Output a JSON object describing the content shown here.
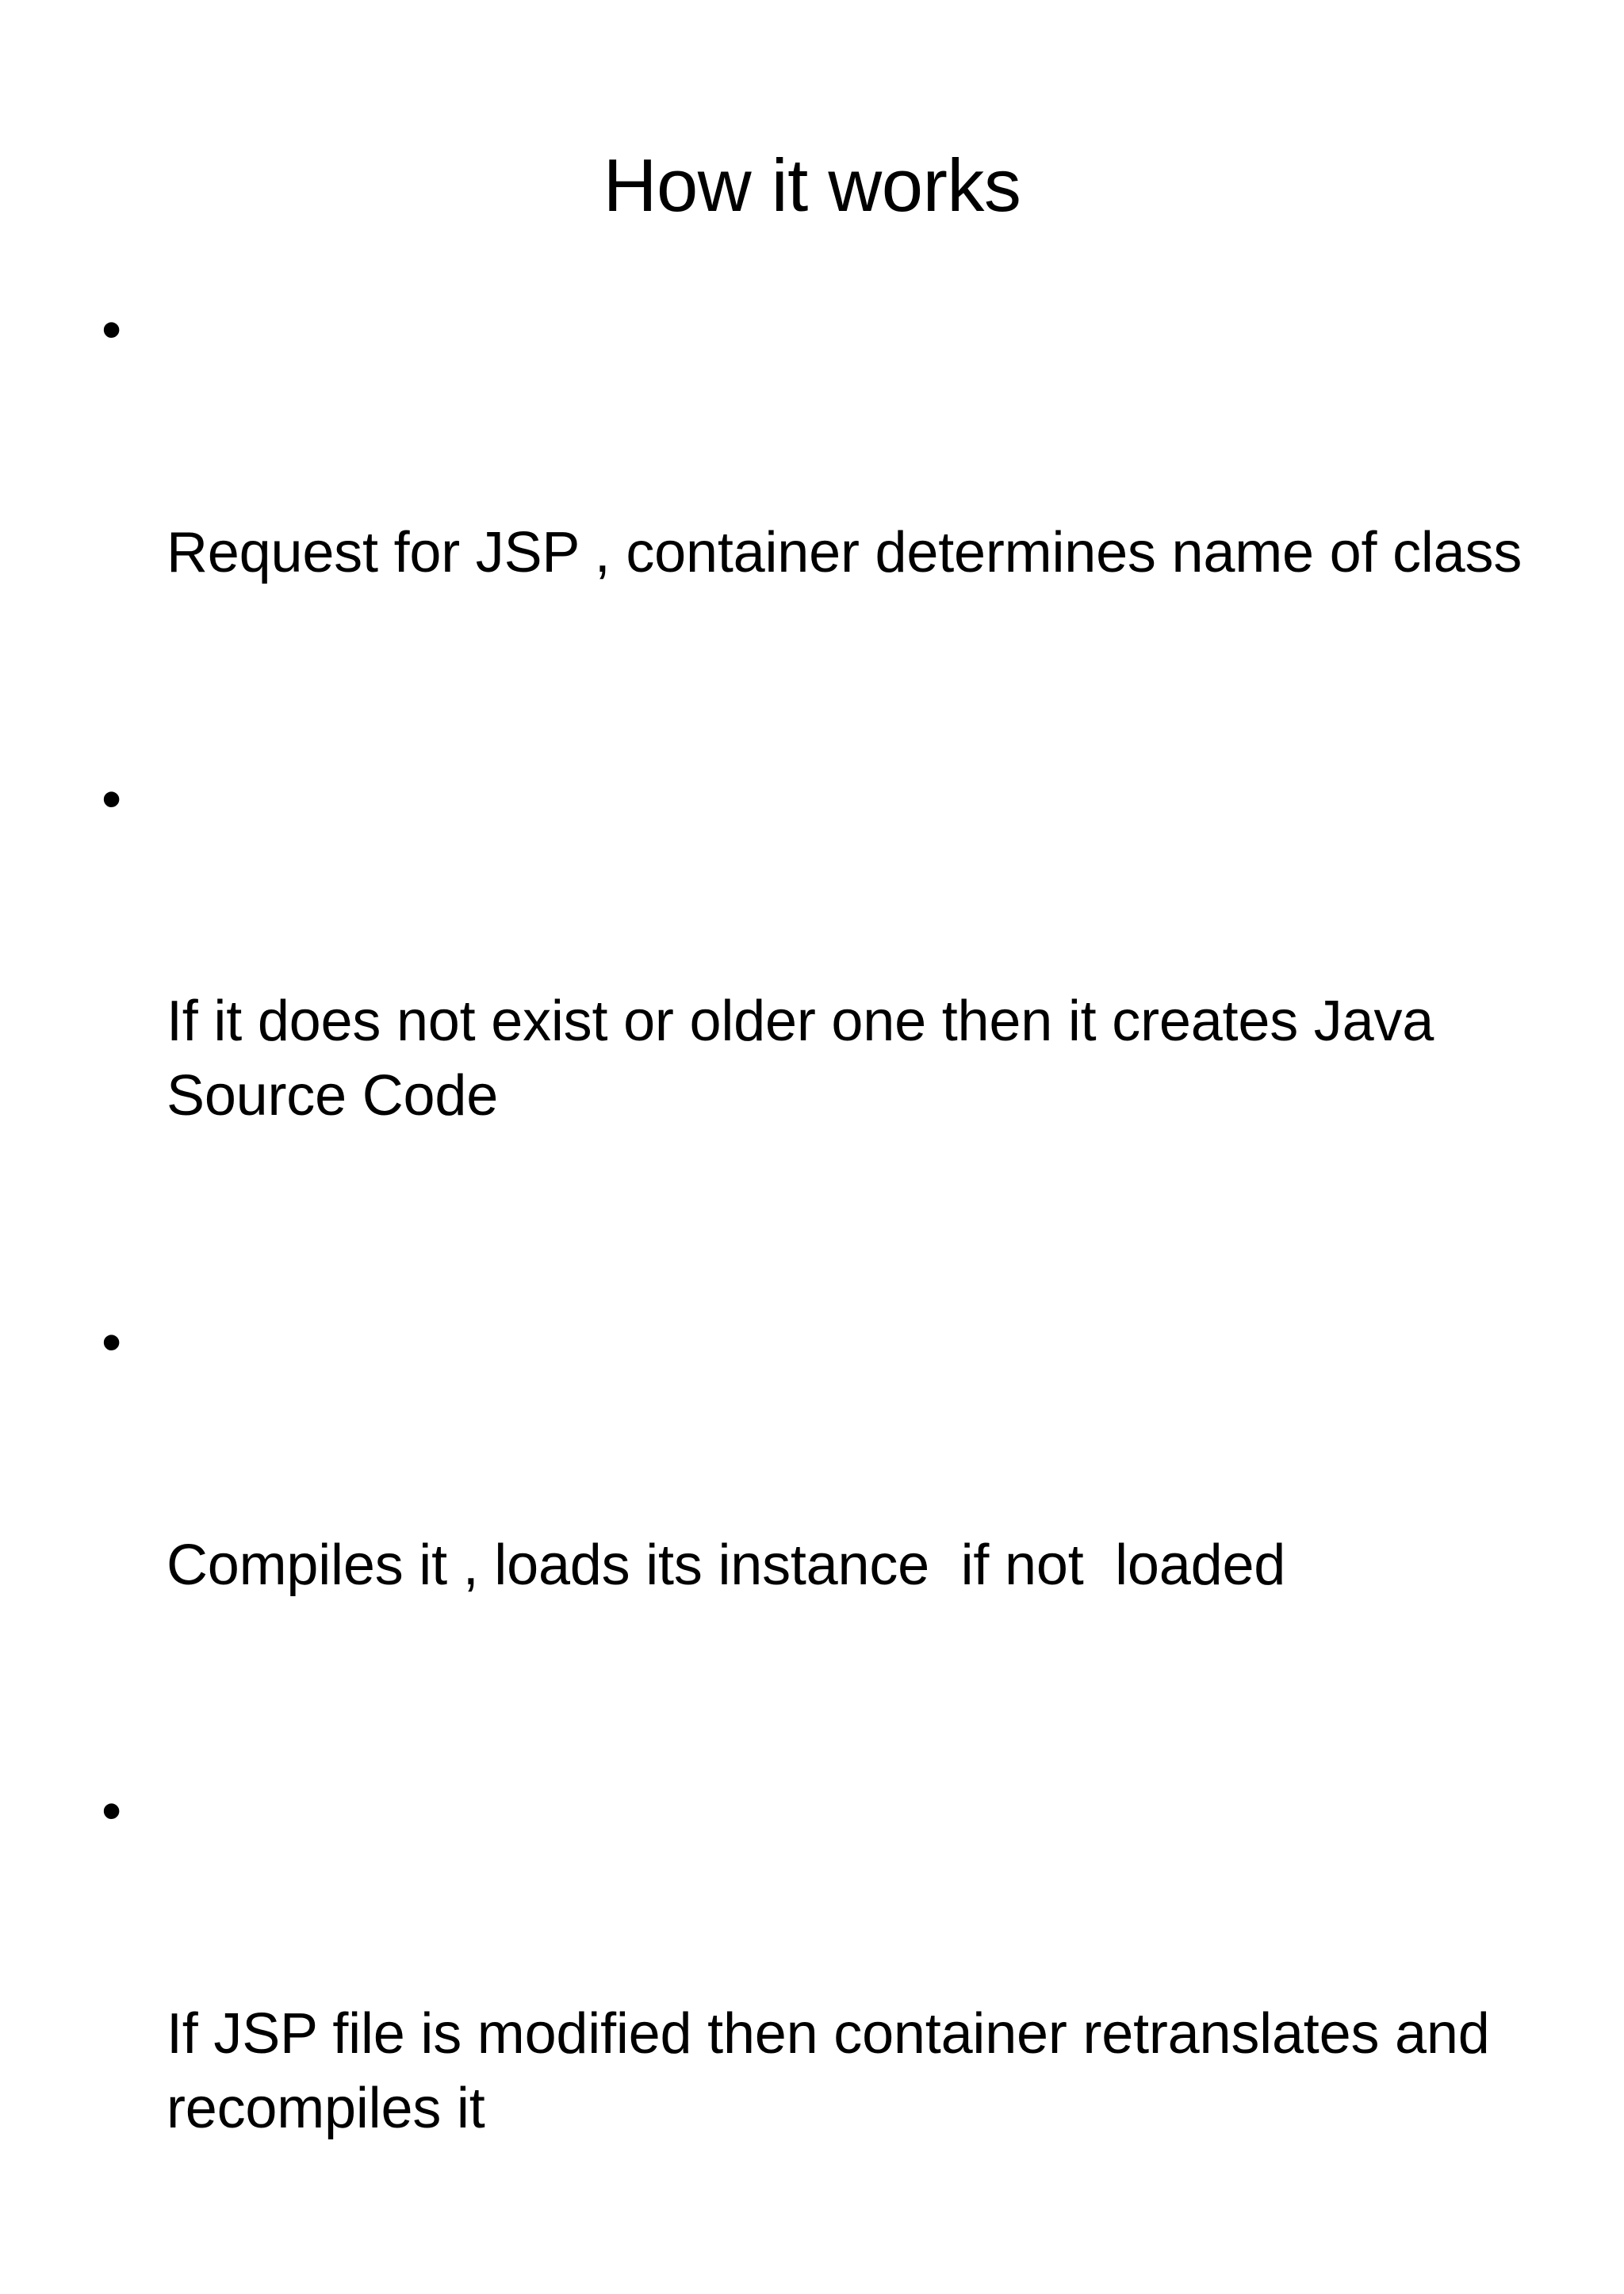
{
  "slide": {
    "background_color": "#ffffff",
    "text_color": "#000000",
    "title": "How it works",
    "bullet_marker": "•",
    "bullets": [
      {
        "text": "Request for JSP , container determines name of class"
      },
      {
        "text": "If it does not exist or older one then it creates Java Source Code"
      },
      {
        "text": "Compiles it , loads its instance  if not  loaded"
      },
      {
        "text": "If JSP file is modified then container retranslates and recompiles it"
      }
    ]
  }
}
